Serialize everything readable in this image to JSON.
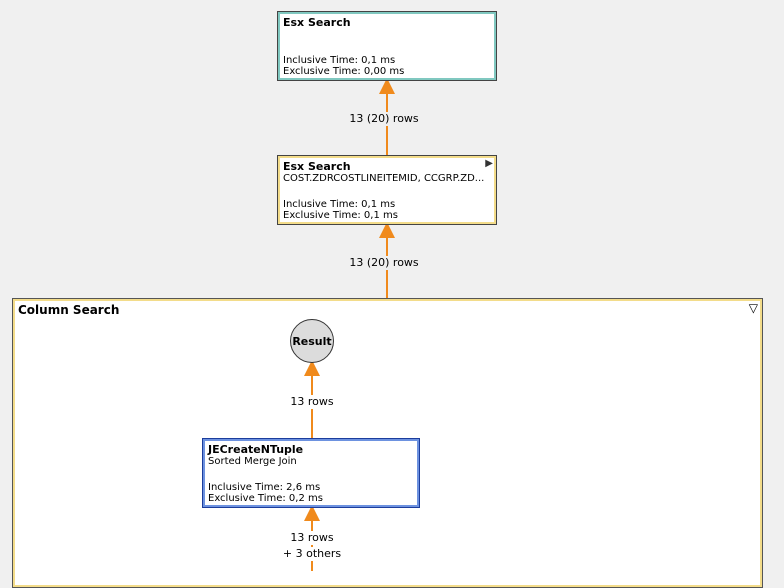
{
  "nodes": {
    "esx_top": {
      "title": "Esx Search",
      "inclusive": "Inclusive Time: 0,1 ms",
      "exclusive": "Exclusive Time: 0,00 ms"
    },
    "esx_mid": {
      "title": "Esx Search",
      "detail": "COST.ZDRCOSTLINEITEMID, CCGRP.ZD...",
      "inclusive": "Inclusive Time: 0,1 ms",
      "exclusive": "Exclusive Time: 0,1 ms"
    },
    "je": {
      "title": "JECreateNTuple",
      "detail": "Sorted Merge Join",
      "inclusive": "Inclusive Time: 2,6 ms",
      "exclusive": "Exclusive Time: 0,2 ms"
    }
  },
  "group": {
    "title": "Column Search"
  },
  "result": {
    "label": "Result"
  },
  "edges": {
    "mid_to_top": "13 (20) rows",
    "group_to_mid": "13 (20) rows",
    "je_to_result": "13 rows",
    "bottom_rows": "13 rows",
    "bottom_others": "+ 3 others"
  },
  "colors": {
    "edge": "#f08a1c",
    "esx_top_accent": "#80c8c0",
    "esx_mid_accent": "#f3dc8a",
    "je_accent": "#6d92e0"
  },
  "icons": {
    "expand": "triangle-right-icon",
    "collapse": "triangle-down-icon"
  }
}
